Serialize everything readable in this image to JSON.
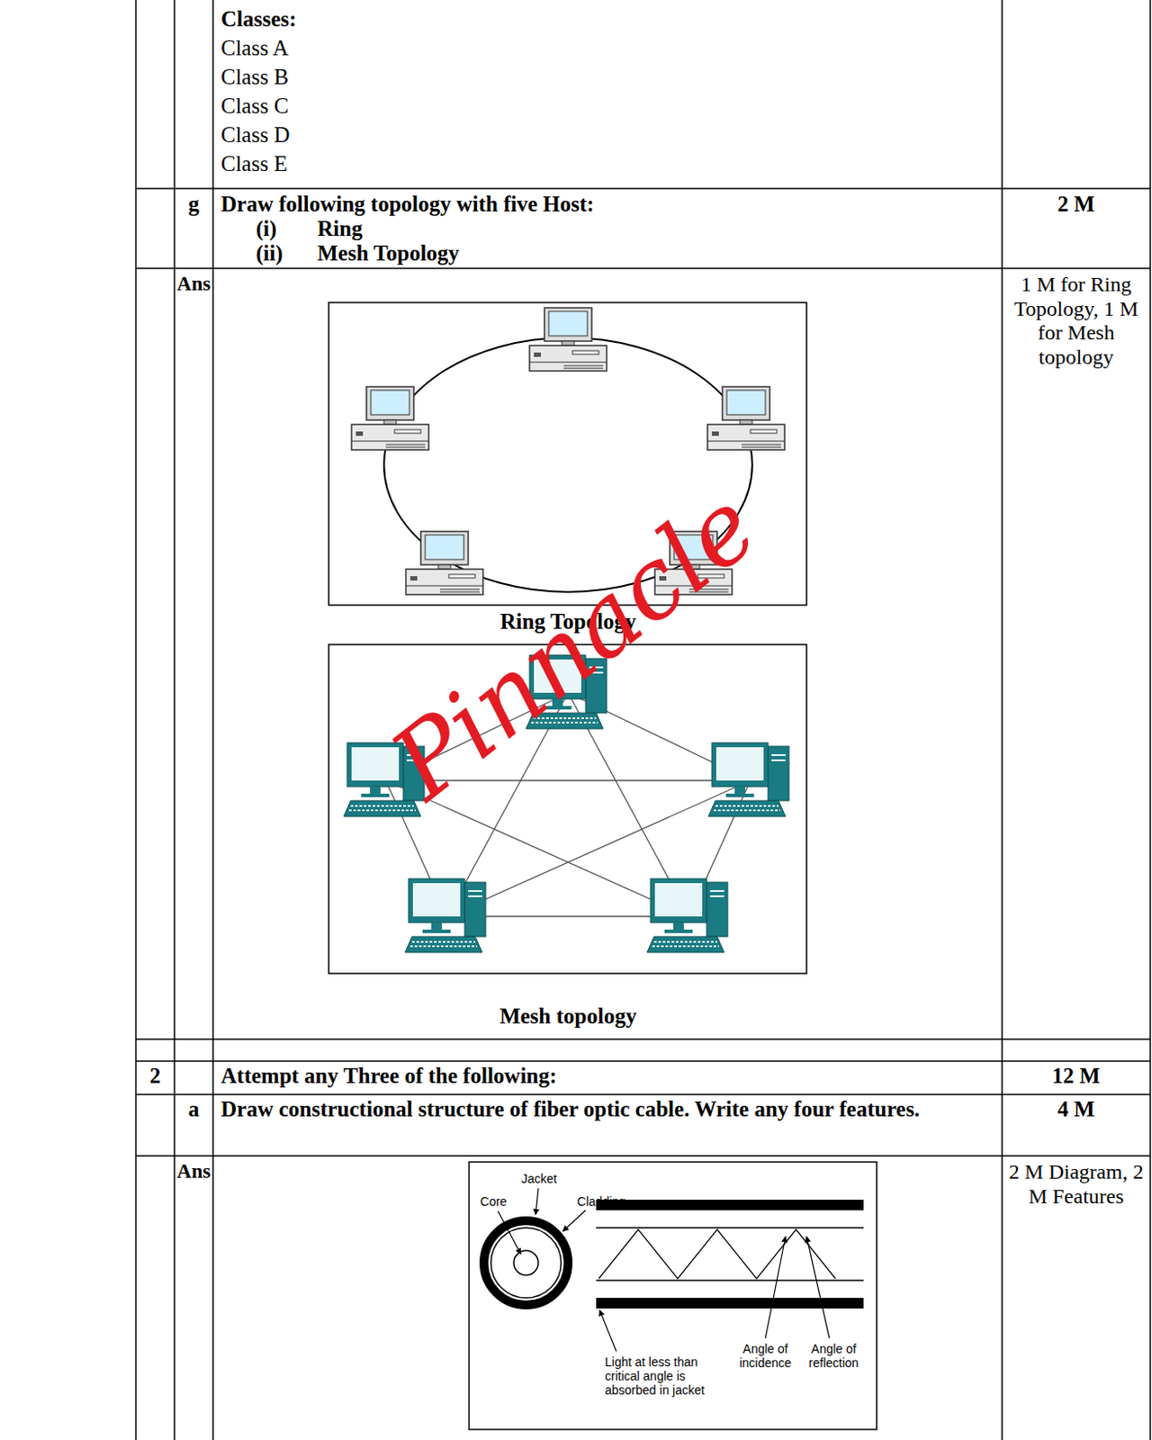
{
  "diagram": {
    "labels": [
      "Classes:",
      "Class A",
      "Class B",
      "Class C",
      "Class D",
      "Class E",
      "g",
      "Draw following topology with five Host:",
      "(i)",
      "Ring",
      "(ii)",
      "Mesh Topology",
      "2 M",
      "Ans",
      "1 M for Ring Topology, 1 M for Mesh topology",
      "Ring Topology",
      "Pinnacle",
      "Mesh topology",
      "2",
      "Attempt any Three of the following:",
      "12 M",
      "a",
      "Draw constructional structure of fiber optic cable. Write any four features.",
      "4 M",
      "Ans",
      "Jacket",
      "Core",
      "Cladding",
      "2 M Diagram, 2 M Features",
      "Light at less than critical angle is absorbed in jacket",
      "Angle of incidence",
      "Angle of reflection"
    ]
  }
}
